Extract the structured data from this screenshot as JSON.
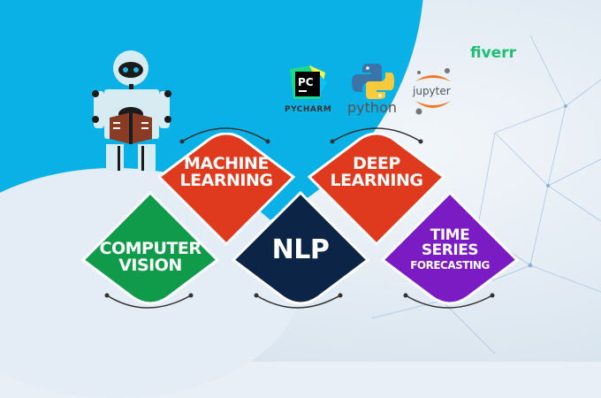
{
  "brand": {
    "name": "fiverr",
    "color": "#1dbf73"
  },
  "tools": [
    {
      "name": "PYCHARM",
      "icon": "pycharm-logo-icon",
      "badge": "PC"
    },
    {
      "name": "python",
      "icon": "python-logo-icon"
    },
    {
      "name": "jupyter",
      "icon": "jupyter-logo-icon"
    }
  ],
  "robot": {
    "icon": "robot-reading-book-icon"
  },
  "topics": [
    {
      "id": "machine-learning",
      "lines": [
        "MACHINE",
        "LEARNING"
      ],
      "color": "#e03a1e"
    },
    {
      "id": "deep-learning",
      "lines": [
        "DEEP",
        "LEARNING"
      ],
      "color": "#e03a1e"
    },
    {
      "id": "computer-vision",
      "lines": [
        "COMPUTER",
        "VISION"
      ],
      "color": "#0f9b4a"
    },
    {
      "id": "nlp",
      "lines": [
        "NLP"
      ],
      "color": "#0c2547"
    },
    {
      "id": "time-series",
      "lines": [
        "TIME",
        "SERIES",
        "FORECASTING"
      ],
      "color": "#7a1bc4"
    }
  ],
  "colors": {
    "sky": "#0ab1e6",
    "background": "#e8eff6"
  }
}
